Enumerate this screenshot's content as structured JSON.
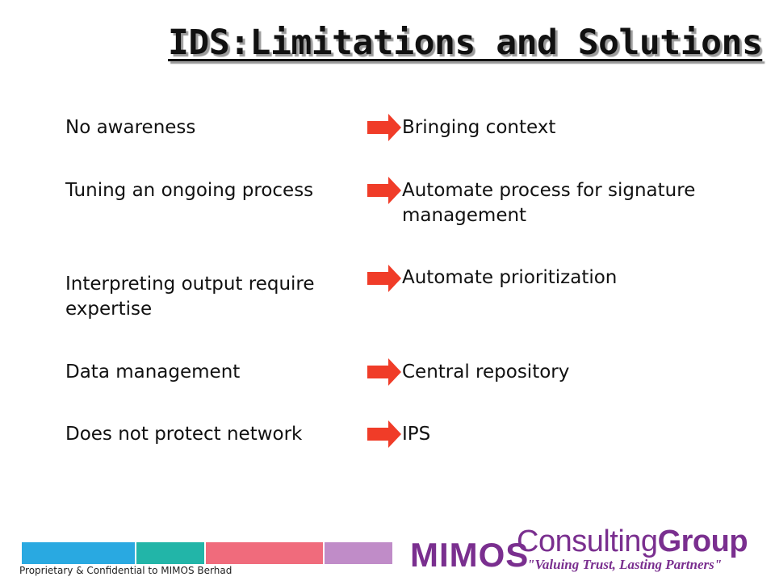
{
  "title": "IDS:Limitations and Solutions",
  "rows": [
    {
      "limitation": "No awareness",
      "solution": "Bringing context"
    },
    {
      "limitation": "Tuning an ongoing process",
      "solution": "Automate process for signature management"
    },
    {
      "limitation": "Interpreting output require expertise",
      "solution": "Automate prioritization"
    },
    {
      "limitation": "Data management",
      "solution": "Central repository"
    },
    {
      "limitation": "Does not protect network",
      "solution": "IPS"
    }
  ],
  "icons": {
    "row_arrow": "right-arrow-icon"
  },
  "footer": {
    "confidential": "Proprietary & Confidential to MIMOS Berhad",
    "logo_mimos": "MIMOS",
    "logo_consulting": "Consulting",
    "logo_group": "Group",
    "tagline": "\"Valuing Trust, Lasting Partners\""
  },
  "colors": {
    "arrow": "#f03c28",
    "bar_blue": "#29a9e1",
    "bar_teal": "#22b5a8",
    "bar_pink": "#f06b7c",
    "bar_purple": "#c08cc8",
    "brand_purple": "#7a2f8f"
  }
}
